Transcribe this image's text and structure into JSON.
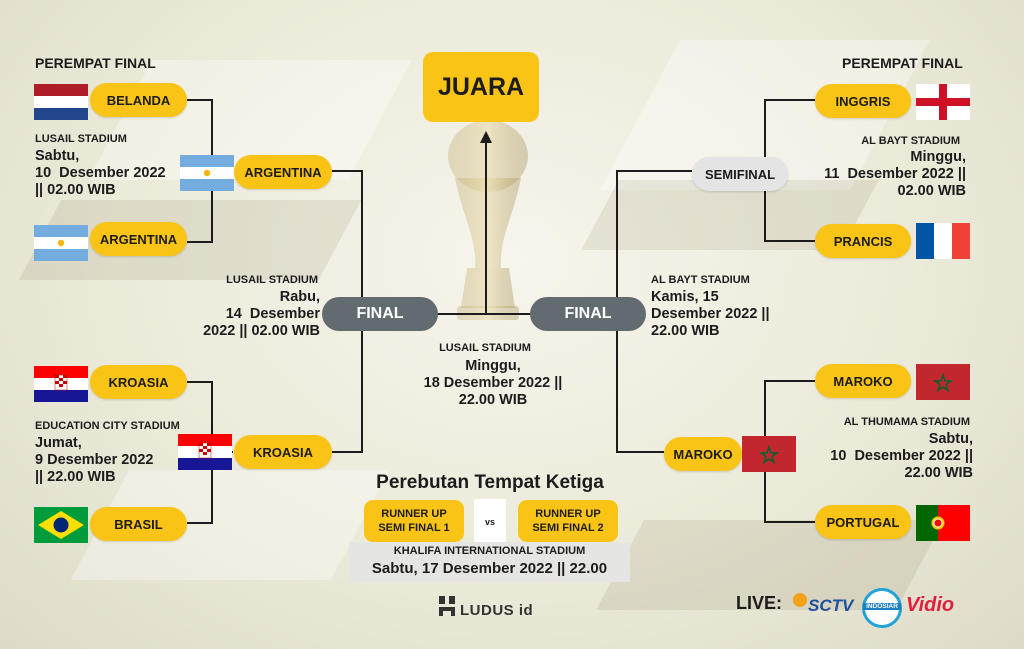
{
  "title": "JUARA",
  "left": {
    "heading": "PEREMPAT FINAL",
    "qf1": {
      "team_a": "BELANDA",
      "team_b": "ARGENTINA",
      "winner": "ARGENTINA",
      "venue": "LUSAIL STADIUM",
      "date": "Sabtu,\n10  Desember 2022\n|| 02.00 WIB"
    },
    "qf2": {
      "team_a": "KROASIA",
      "team_b": "BRASIL",
      "winner": "KROASIA",
      "venue": "EDUCATION CITY STADIUM",
      "date": "Jumat,\n9 Desember 2022\n|| 22.00 WIB"
    },
    "sf": {
      "label": "FINAL",
      "venue": "LUSAIL STADIUM",
      "date": "Rabu,\n14  Desember\n2022 || 02.00 WIB"
    }
  },
  "right": {
    "heading": "PEREMPAT FINAL",
    "qf1": {
      "team_a": "INGGRIS",
      "team_b": "PRANCIS",
      "winner": "SEMIFINAL",
      "venue": "AL BAYT STADIUM",
      "date": "Minggu,\n11  Desember 2022 ||\n02.00 WIB"
    },
    "qf2": {
      "team_a": "MAROKO",
      "team_b": "PORTUGAL",
      "winner": "MAROKO",
      "venue": "AL THUMAMA STADIUM",
      "date": "Sabtu,\n10  Desember 2022 ||\n22.00 WIB"
    },
    "sf": {
      "label": "FINAL",
      "venue": "AL BAYT STADIUM",
      "date": "Kamis, 15\nDesember 2022 ||\n22.00 WIB"
    }
  },
  "final": {
    "venue": "LUSAIL STADIUM",
    "date": "Minggu,\n18 Desember 2022 ||\n22.00 WIB"
  },
  "third_place": {
    "title": "Perebutan Tempat Ketiga",
    "team_a": "RUNNER UP\nSEMI FINAL 1",
    "vs": "vs",
    "team_b": "RUNNER UP\nSEMI FINAL 2",
    "venue": "KHALIFA INTERNATIONAL STADIUM",
    "date": "Sabtu, 17 Desember 2022 || 22.00"
  },
  "footer": {
    "brand": "LUDUS id",
    "live_label": "LIVE:",
    "broadcasters": [
      "SCTV",
      "INDOSIAR",
      "Vidio"
    ]
  },
  "colors": {
    "accent": "#fac416",
    "final_pill": "#626b70",
    "semifinal_pill": "#e4e4e4",
    "line": "#1c1c1c"
  }
}
